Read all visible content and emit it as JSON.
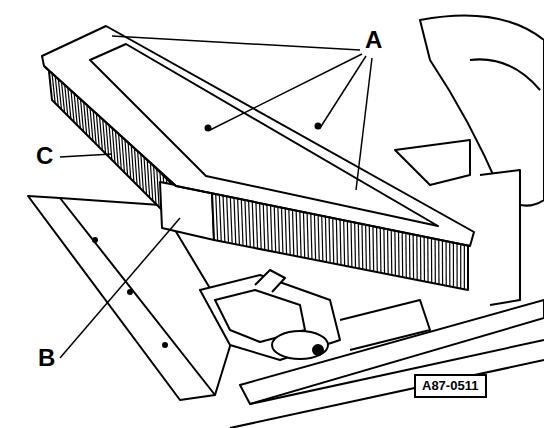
{
  "diagram": {
    "nodes": [
      {
        "text": [
          "A87-0511"
        ]
      }
    ],
    "labels": [
      "A",
      "B",
      "C"
    ]
  }
}
